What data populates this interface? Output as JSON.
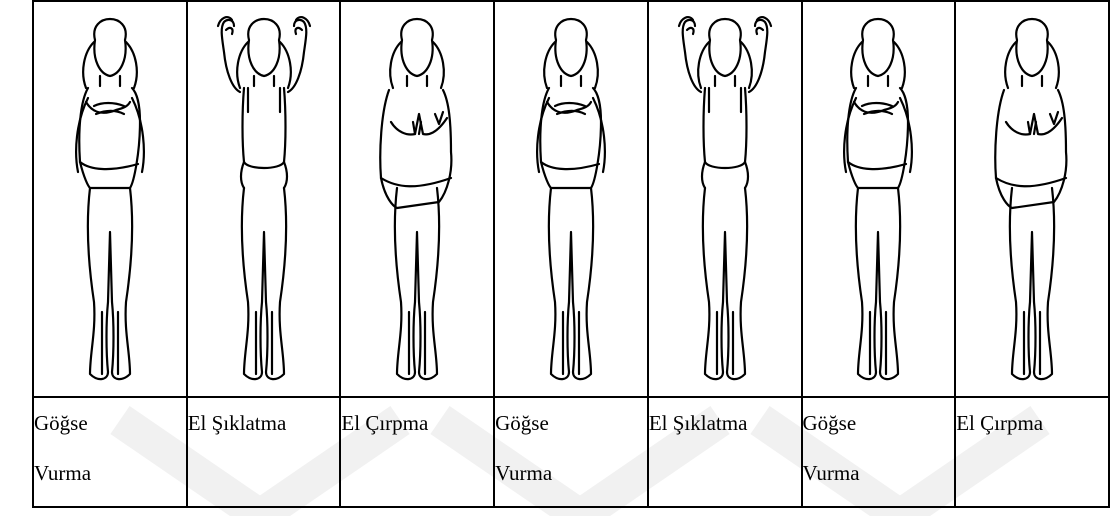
{
  "poses": [
    {
      "pose": "chest",
      "label": "Göğse\nVurma"
    },
    {
      "pose": "snap",
      "label": "El Şıklatma"
    },
    {
      "pose": "clap",
      "label": "El Çırpma"
    },
    {
      "pose": "chest",
      "label": "Göğse\nVurma"
    },
    {
      "pose": "snap",
      "label": "El Şıklatma"
    },
    {
      "pose": "chest",
      "label": "Göğse\nVurma"
    },
    {
      "pose": "clap",
      "label": "El Çırpma"
    }
  ],
  "colors": {
    "line": "#000000",
    "watermark": "#f2f2f2"
  }
}
